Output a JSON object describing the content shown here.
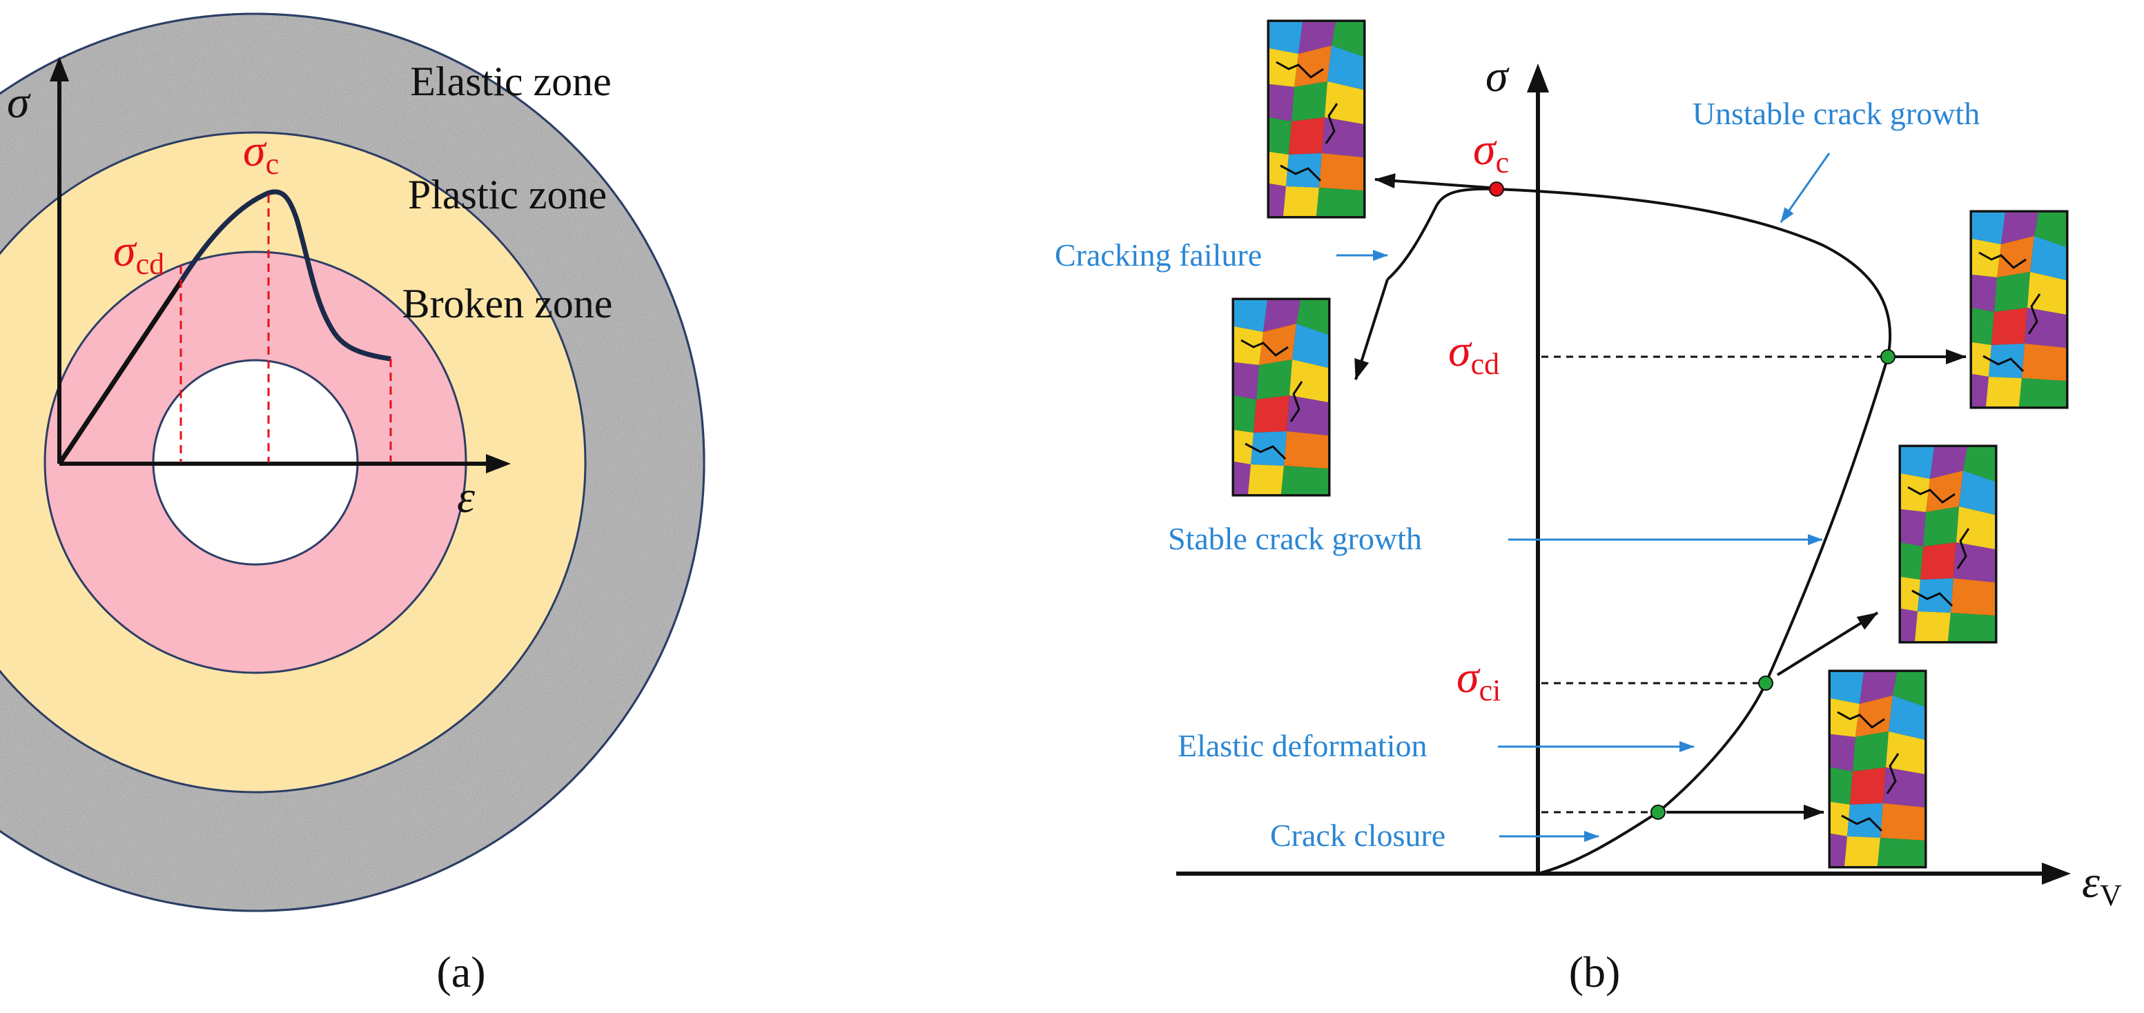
{
  "panel_a": {
    "label": "(a)",
    "zones": {
      "elastic": "Elastic zone",
      "plastic": "Plastic zone",
      "broken": "Broken zone"
    },
    "axes": {
      "y_symbol": "σ",
      "x_symbol": "ε"
    },
    "stress_labels": {
      "cd_base": "σ",
      "cd_sub": "cd",
      "c_base": "σ",
      "c_sub": "c"
    }
  },
  "panel_b": {
    "label": "(b)",
    "axes": {
      "y_symbol": "σ",
      "x_base": "ε",
      "x_sub": "V"
    },
    "stress_labels": {
      "c_base": "σ",
      "c_sub": "c",
      "cd_base": "σ",
      "cd_sub": "cd",
      "ci_base": "σ",
      "ci_sub": "ci"
    },
    "stages": {
      "unstable": "Unstable crack growth",
      "failure": "Cracking failure",
      "stable": "Stable crack growth",
      "elastic": "Elastic deformation",
      "closure": "Crack closure"
    }
  },
  "colors": {
    "elastic_zone": "#bcbcbc",
    "plastic_zone": "#fde5a7",
    "broken_zone": "#f9b8c3",
    "ring_stroke": "#2c3e66",
    "curve": "#1b2a4a",
    "stress_red": "#e8101a",
    "stage_blue": "#2a86d4",
    "point_green": "#22a33a",
    "point_red": "#e8101a"
  }
}
